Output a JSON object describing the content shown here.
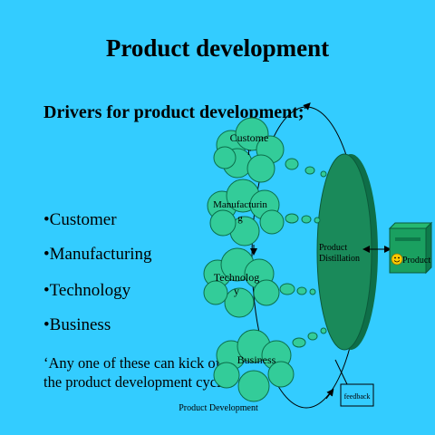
{
  "title": "Product development",
  "subtitle": "Drivers for product development;",
  "bullets": [
    "•Customer",
    "•Manufacturing",
    "•Technology",
    "•Business"
  ],
  "quote": {
    "line1": "‘Any one of these can kick off",
    "line2": "the product development cycle.’"
  },
  "diagram": {
    "clouds": [
      {
        "line1": "Custome",
        "line2": "r"
      },
      {
        "line1": "Manufacturin",
        "line2": "g"
      },
      {
        "line1": "Technolog",
        "line2": "y"
      },
      {
        "line1": "Business",
        "line2": ""
      }
    ],
    "distillation": {
      "line1": "Product",
      "line2": "Distillation"
    },
    "product_label": "Product",
    "feedback_label": "feedback",
    "cycle_label": "Product Development"
  },
  "colors": {
    "background": "#33ccff",
    "cloud_fill": "#33cc99",
    "ellipse_fill": "#1a8a5a",
    "box_fill": "#1aa060",
    "smiley": "#ffcc00"
  }
}
